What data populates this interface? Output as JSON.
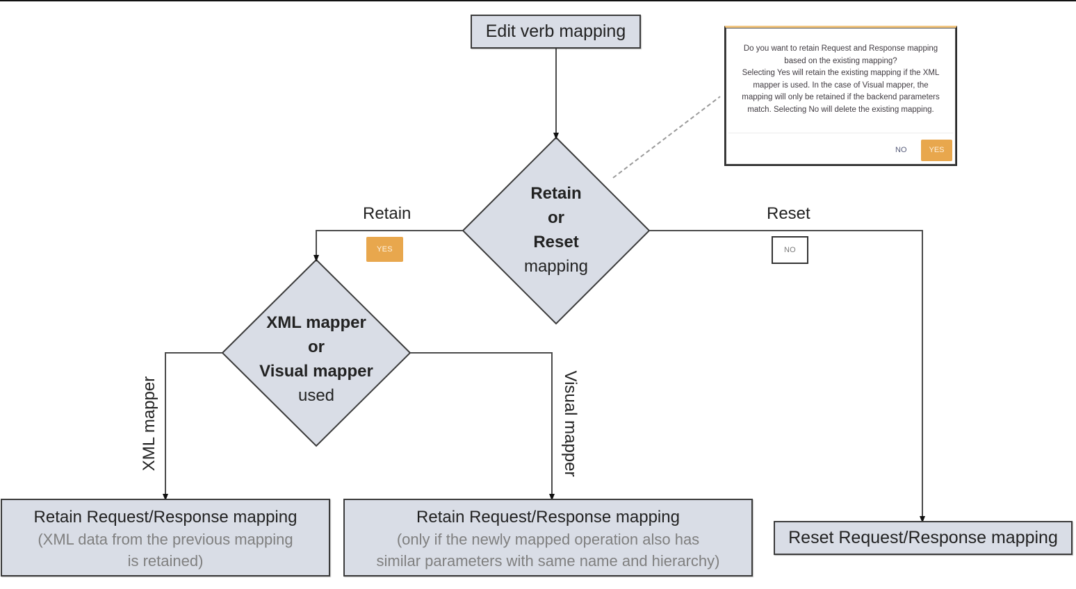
{
  "diagram": {
    "start": {
      "label": "Edit verb mapping"
    },
    "decision_main": {
      "bold_lines": [
        "Retain",
        "or",
        "Reset"
      ],
      "normal_line": "mapping"
    },
    "decision_mapper": {
      "bold_lines": [
        "XML mapper",
        "or",
        "Visual mapper"
      ],
      "normal_line": "used"
    },
    "branches": {
      "retain": {
        "label": "Retain",
        "chip": "YES"
      },
      "reset": {
        "label": "Reset",
        "chip": "NO"
      },
      "xml": {
        "label": "XML mapper"
      },
      "visual": {
        "label": "Visual mapper"
      }
    },
    "outcomes": {
      "xml_retain": {
        "title": "Retain Request/Response mapping",
        "sub_lines": [
          "(XML data from the previous mapping",
          "is retained)"
        ]
      },
      "visual_retain": {
        "title": "Retain Request/Response mapping",
        "sub_lines": [
          "(only if the newly mapped operation also has",
          "similar parameters with same name and hierarchy)"
        ]
      },
      "reset": {
        "title": "Reset Request/Response mapping"
      }
    },
    "dialog": {
      "message_lines": [
        "Do you want to retain Request and Response mapping",
        "based on the existing mapping?",
        "Selecting Yes will retain the existing mapping if the XML",
        "mapper is used. In the case of Visual mapper, the",
        "mapping will only be retained if the backend parameters",
        "match. Selecting No will delete the existing mapping."
      ],
      "no_label": "NO",
      "yes_label": "YES"
    },
    "colors": {
      "shape_fill": "#d9dde6",
      "accent_yes": "#e8a74d",
      "subtext": "#7f7f7f"
    }
  }
}
